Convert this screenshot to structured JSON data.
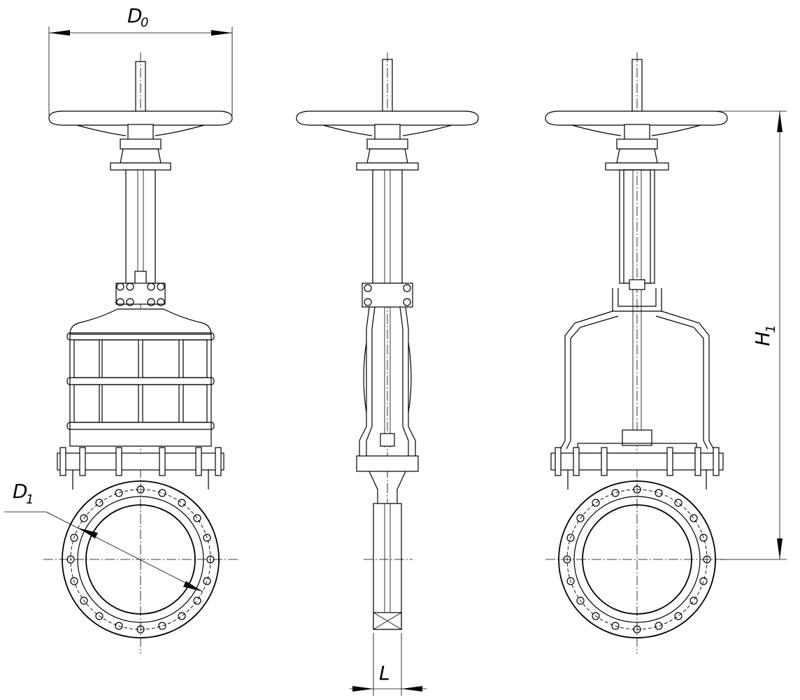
{
  "labels": {
    "d0": "D",
    "d0_sub": "0",
    "d1": "D",
    "d1_sub": "1",
    "h1": "H",
    "h1_sub": "1",
    "l": "L"
  }
}
